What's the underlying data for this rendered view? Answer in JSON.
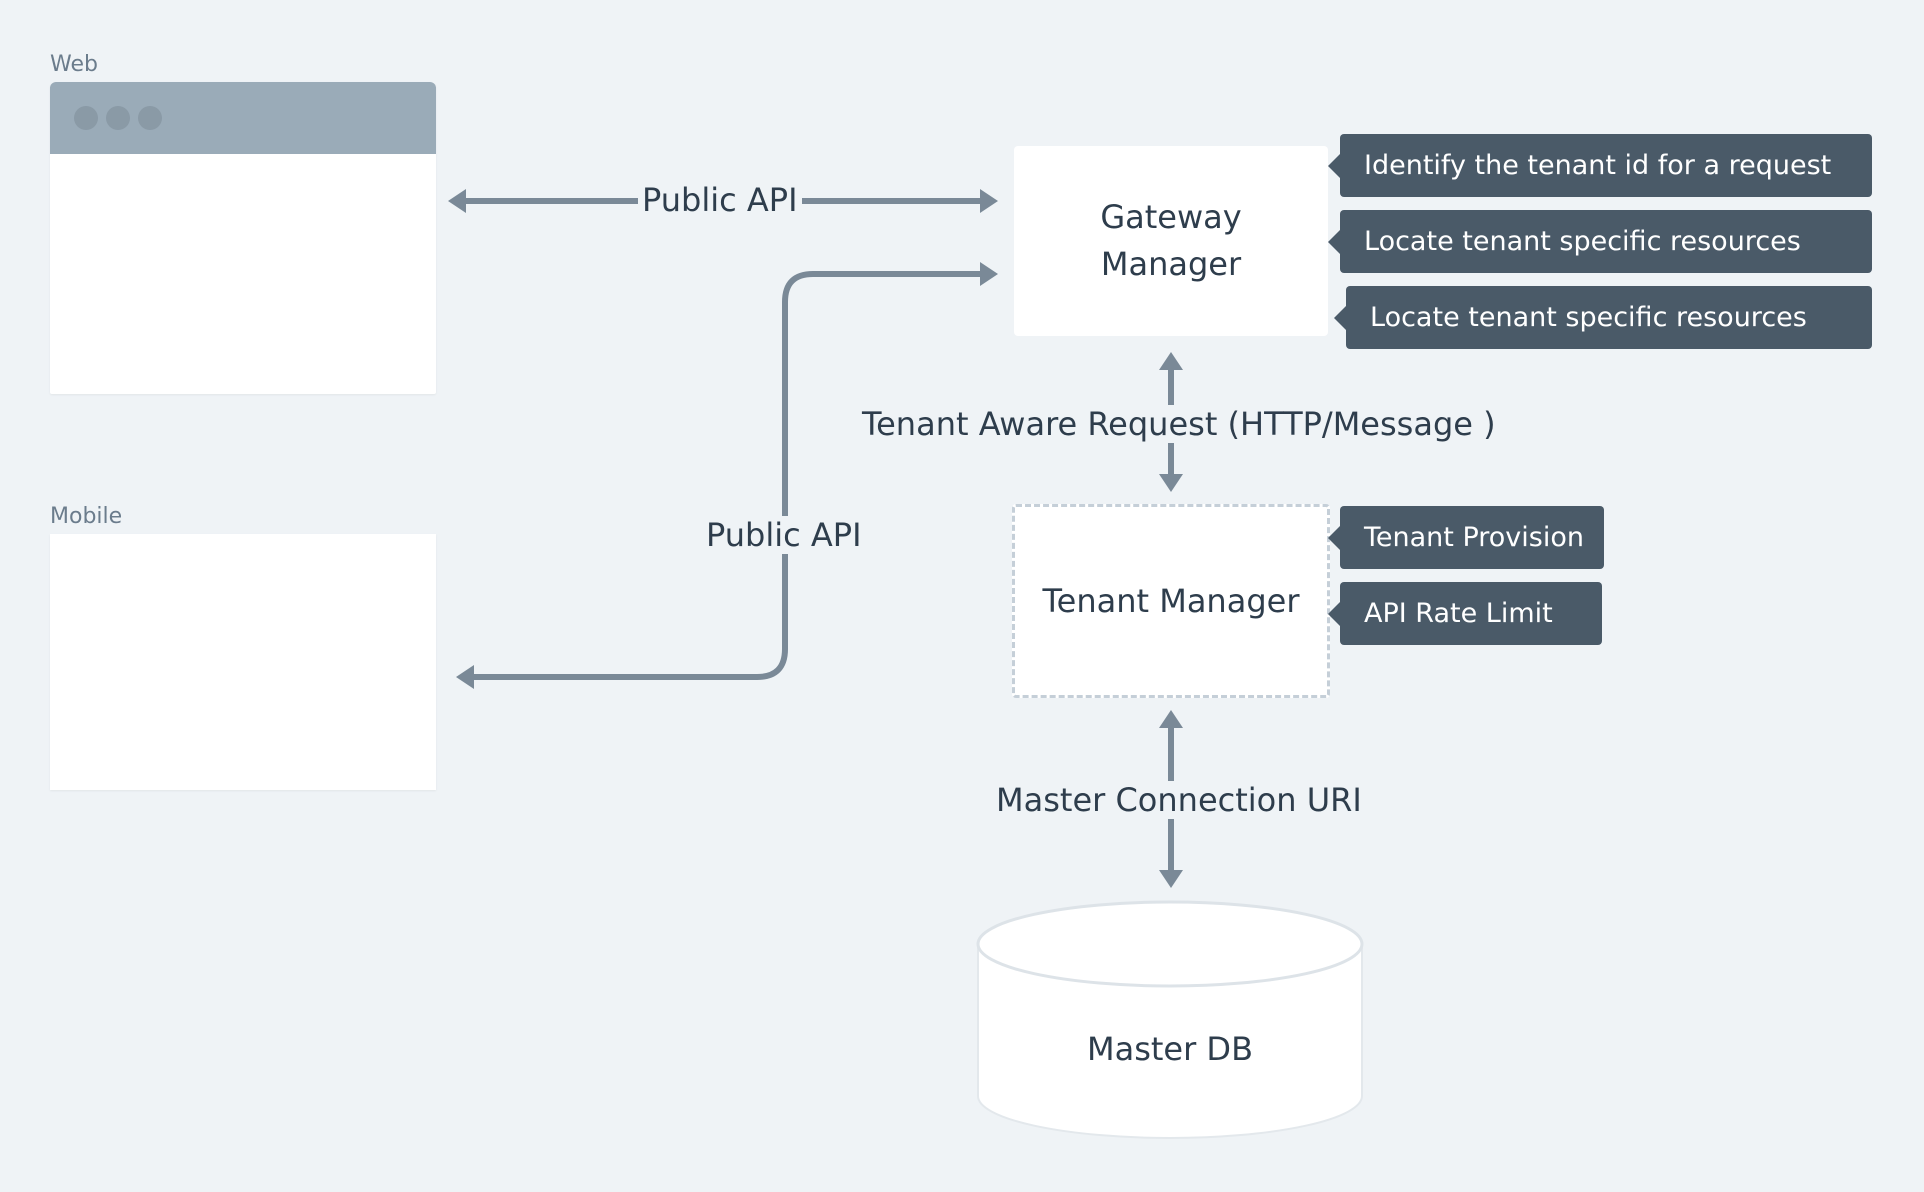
{
  "clients": {
    "web_label": "Web",
    "mobile_label": "Mobile"
  },
  "nodes": {
    "gateway_line1": "Gateway",
    "gateway_line2": "Manager",
    "tenant_manager": "Tenant Manager",
    "master_db": "Master DB"
  },
  "connections": {
    "web_public_api": "Public API",
    "mobile_public_api": "Public API",
    "tenant_aware_request": "Tenant Aware Request (HTTP/Message )",
    "master_connection": "Master Connection URI"
  },
  "gateway_tags": [
    "Identify the tenant id for a request",
    "Locate tenant specific resources",
    "Locate tenant specific resources"
  ],
  "tenant_tags": [
    "Tenant Provision",
    "API Rate Limit"
  ],
  "colors": {
    "background": "#eff3f6",
    "arrow": "#7a8997",
    "tag_fill": "#4a5a68",
    "text": "#2e3d4c"
  }
}
